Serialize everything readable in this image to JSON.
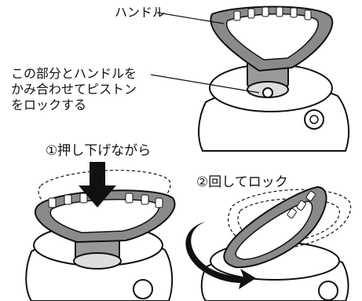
{
  "labels": {
    "handle": "ハンドル",
    "instruction_line1": "この部分とハンドルを",
    "instruction_line2": "かみ合わせてピストン",
    "instruction_line3": "をロックする",
    "step1": "①押し下げながら",
    "step2": "②回してロック"
  },
  "colors": {
    "handle_fill": "#8a8a8a",
    "outline": "#111111",
    "arrow": "#111111"
  }
}
